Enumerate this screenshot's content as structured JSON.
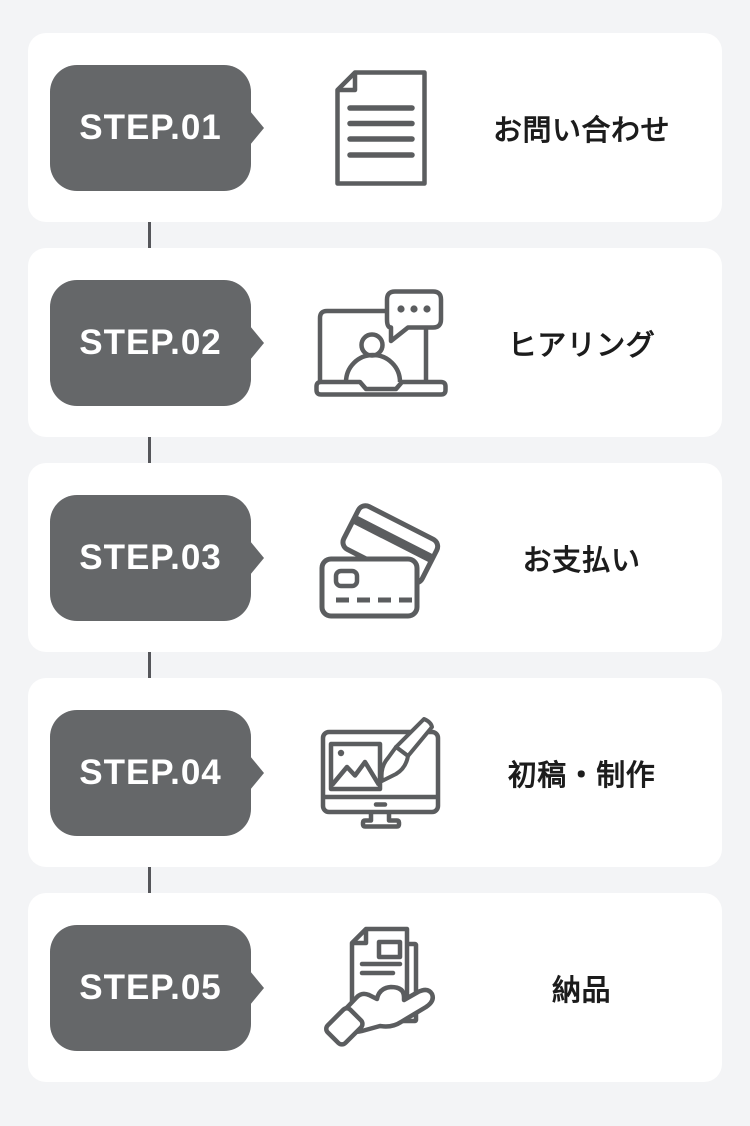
{
  "colors": {
    "page_bg": "#f3f4f6",
    "card_bg": "#ffffff",
    "badge_bg": "#656769",
    "badge_text": "#ffffff",
    "label_text": "#1c1c1c",
    "icon_stroke": "#5b5d5f",
    "connector": "#55565a"
  },
  "steps": [
    {
      "badge": "STEP.01",
      "label": "お問い合わせ",
      "icon": "document-icon"
    },
    {
      "badge": "STEP.02",
      "label": "ヒアリング",
      "icon": "laptop-video-chat-icon"
    },
    {
      "badge": "STEP.03",
      "label": "お支払い",
      "icon": "credit-cards-icon"
    },
    {
      "badge": "STEP.04",
      "label": "初稿・制作",
      "icon": "monitor-paintbrush-icon"
    },
    {
      "badge": "STEP.05",
      "label": "納品",
      "icon": "hand-delivery-document-icon"
    }
  ]
}
